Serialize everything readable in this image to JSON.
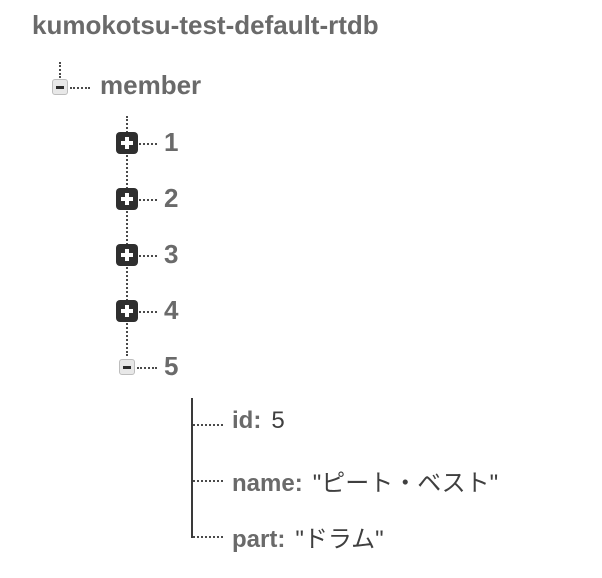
{
  "database": {
    "name": "kumokotsu-test-default-rtdb"
  },
  "tree": {
    "root_key": "member",
    "children": [
      {
        "key": "1"
      },
      {
        "key": "2"
      },
      {
        "key": "3"
      },
      {
        "key": "4"
      },
      {
        "key": "5"
      }
    ],
    "expanded_child": {
      "fields": [
        {
          "key": "id:",
          "value": "5"
        },
        {
          "key": "name:",
          "value": "\"ピート・ベスト\""
        },
        {
          "key": "part:",
          "value": "\"ドラム\""
        }
      ]
    }
  }
}
